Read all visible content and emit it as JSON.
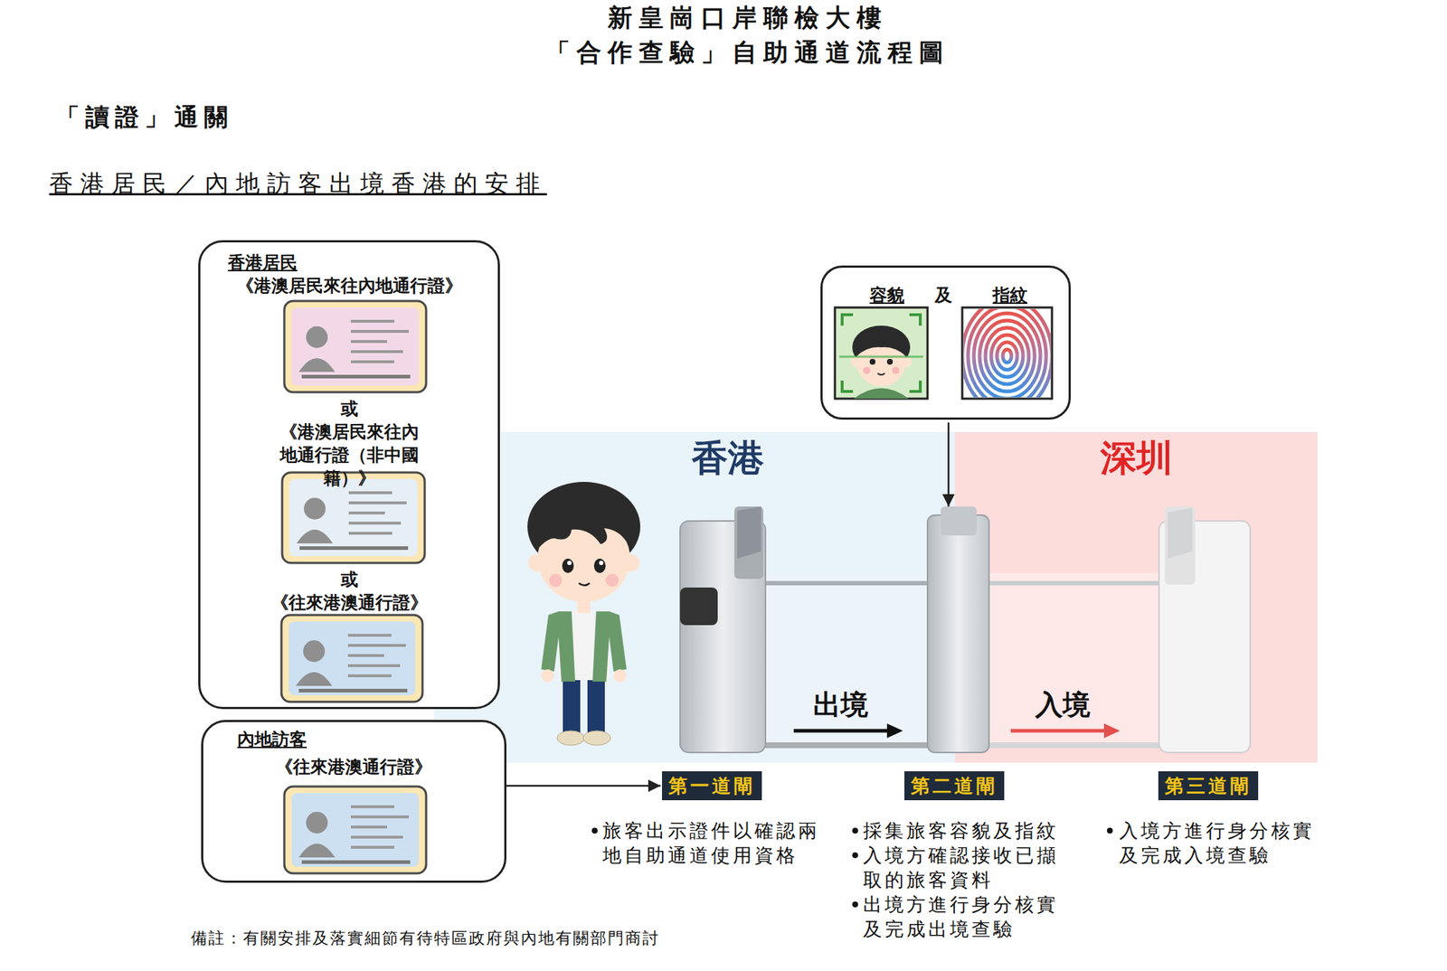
{
  "diagram": {
    "title": "新皇崗口岸聯檢大樓 「合作查驗」自助通道流程圖",
    "nodes": [
      {
        "text": [
          "香港居民",
          "《港澳居民來往內地通行證》",
          "或",
          "《港澳居民來往內地通行證（非中國籍）》",
          "或",
          "《往來港澳通行證》"
        ]
      },
      {
        "text": [
          "內地訪客",
          "《往來港澳通行證》"
        ]
      },
      {
        "text": [
          "容貌",
          "及",
          "指紋"
        ]
      },
      {
        "text": [
          "香港"
        ]
      },
      {
        "text": [
          "深圳"
        ]
      },
      {
        "text": [
          "第一道閘"
        ]
      },
      {
        "text": [
          "第二道閘"
        ]
      },
      {
        "text": [
          "第三道閘"
        ]
      }
    ],
    "edges": [
      {
        "from": 1,
        "to": 5,
        "arrow": "to"
      }
    ],
    "labels": [
      "「讀證」通關",
      "香港居民／內地訪客出境香港的安排",
      "出境",
      "入境",
      "旅客出示證件以確認兩地自助通道使用資格",
      "採集旅客容貌及指紋",
      "入境方確認接收已擷取的旅客資料",
      "出境方進行身分核實及完成出境查驗",
      "入境方進行身分核實及完成入境查驗",
      "備註：有關安排及落實細節有待特區政府與內地有關部門商討"
    ]
  }
}
